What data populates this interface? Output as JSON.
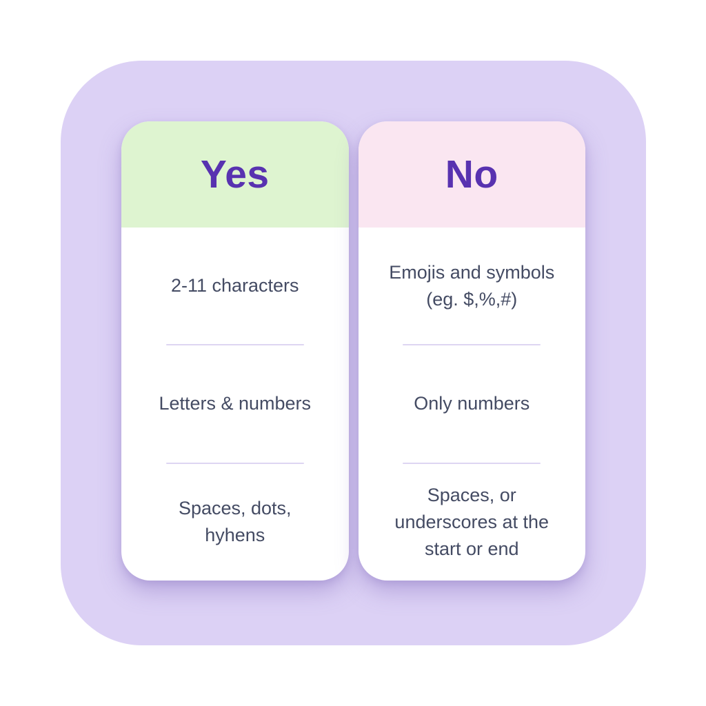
{
  "colors": {
    "page_background": "#ffffff",
    "panel_background": "#dcd1f5",
    "yes_header_background": "#def4d0",
    "no_header_background": "#fae6f1",
    "card_background": "#ffffff",
    "title_text": "#5832b0",
    "body_text": "#444b63",
    "divider": "#ddd5f2"
  },
  "columns": [
    {
      "id": "yes",
      "header": {
        "label": "Yes",
        "background": "#def4d0",
        "text_color": "#5832b0"
      },
      "items": [
        {
          "text": "2-11 characters",
          "lines": [
            "2-11 characters"
          ]
        },
        {
          "text": "Letters & numbers",
          "lines": [
            "Letters & numbers"
          ]
        },
        {
          "text": "Spaces, dots, hyhens",
          "lines": [
            "Spaces, dots,",
            "hyhens"
          ]
        }
      ]
    },
    {
      "id": "no",
      "header": {
        "label": "No",
        "background": "#fae6f1",
        "text_color": "#5832b0"
      },
      "items": [
        {
          "text": "Emojis and symbols (eg. $,%,#)",
          "lines": [
            "Emojis and symbols",
            "(eg. $,%,#)"
          ]
        },
        {
          "text": "Only numbers",
          "lines": [
            "Only numbers"
          ]
        },
        {
          "text": "Spaces, or underscores at the start or end",
          "lines": [
            "Spaces, or",
            "underscores at the",
            "start or end"
          ]
        }
      ]
    }
  ]
}
